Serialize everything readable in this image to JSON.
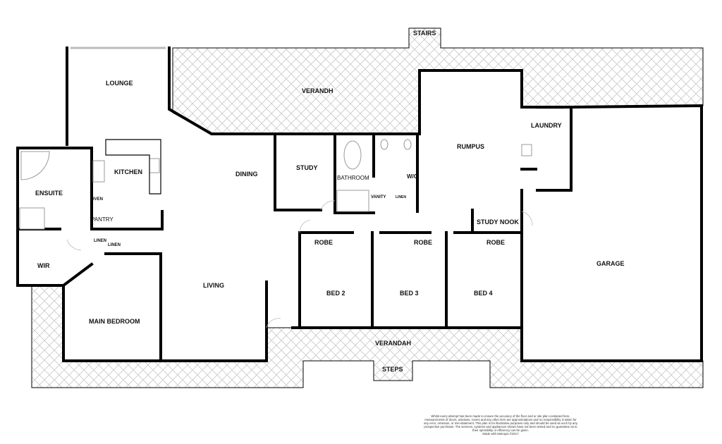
{
  "rooms": {
    "lounge": "LOUNGE",
    "verandah_top": "VERANDH",
    "stairs": "STAIRS",
    "laundry": "LAUNDRY",
    "rumpus": "RUMPUS",
    "kitchen": "KITCHEN",
    "ensuite": "ENSUITE",
    "dining": "DINING",
    "study": "STUDY",
    "bathroom": "BATHROOM",
    "wc": "W/C",
    "vanity": "VANITY",
    "linen_bath": "LINEN",
    "oven": "OVEN",
    "pantry": "PANTRY",
    "linen_1": "LINEN",
    "linen_2": "LINEN",
    "study_nook": "STUDY NOOK",
    "robe_2": "ROBE",
    "robe_3": "ROBE",
    "robe_4": "ROBE",
    "wir": "WIR",
    "garage": "GARAGE",
    "living": "LIVING",
    "bed_2": "BED 2",
    "bed_3": "BED 3",
    "bed_4": "BED 4",
    "main_bedroom": "MAIN BEDROOM",
    "verandah_bottom": "VERANDAH",
    "steps": "STEPS"
  },
  "disclaimer": {
    "text": "Whilst every attempt has been made to ensure the accuracy of the floor and or site plan contained here, measurements of doors, windows, rooms and any other item are approximations and no responsibility is taken for any error, omission, or mis-statement. This plan is for illustrative purposes only and should be used as such by any prospective purchaser. The services, systems and appliances shown have not been tested and no guarantee as to their operability or efficiency can be given.",
    "credit": "Made with Metropix ©2017"
  },
  "colors": {
    "wall": "#000000",
    "hatch": "#c8c8c8",
    "window": "#bbbbbb"
  }
}
